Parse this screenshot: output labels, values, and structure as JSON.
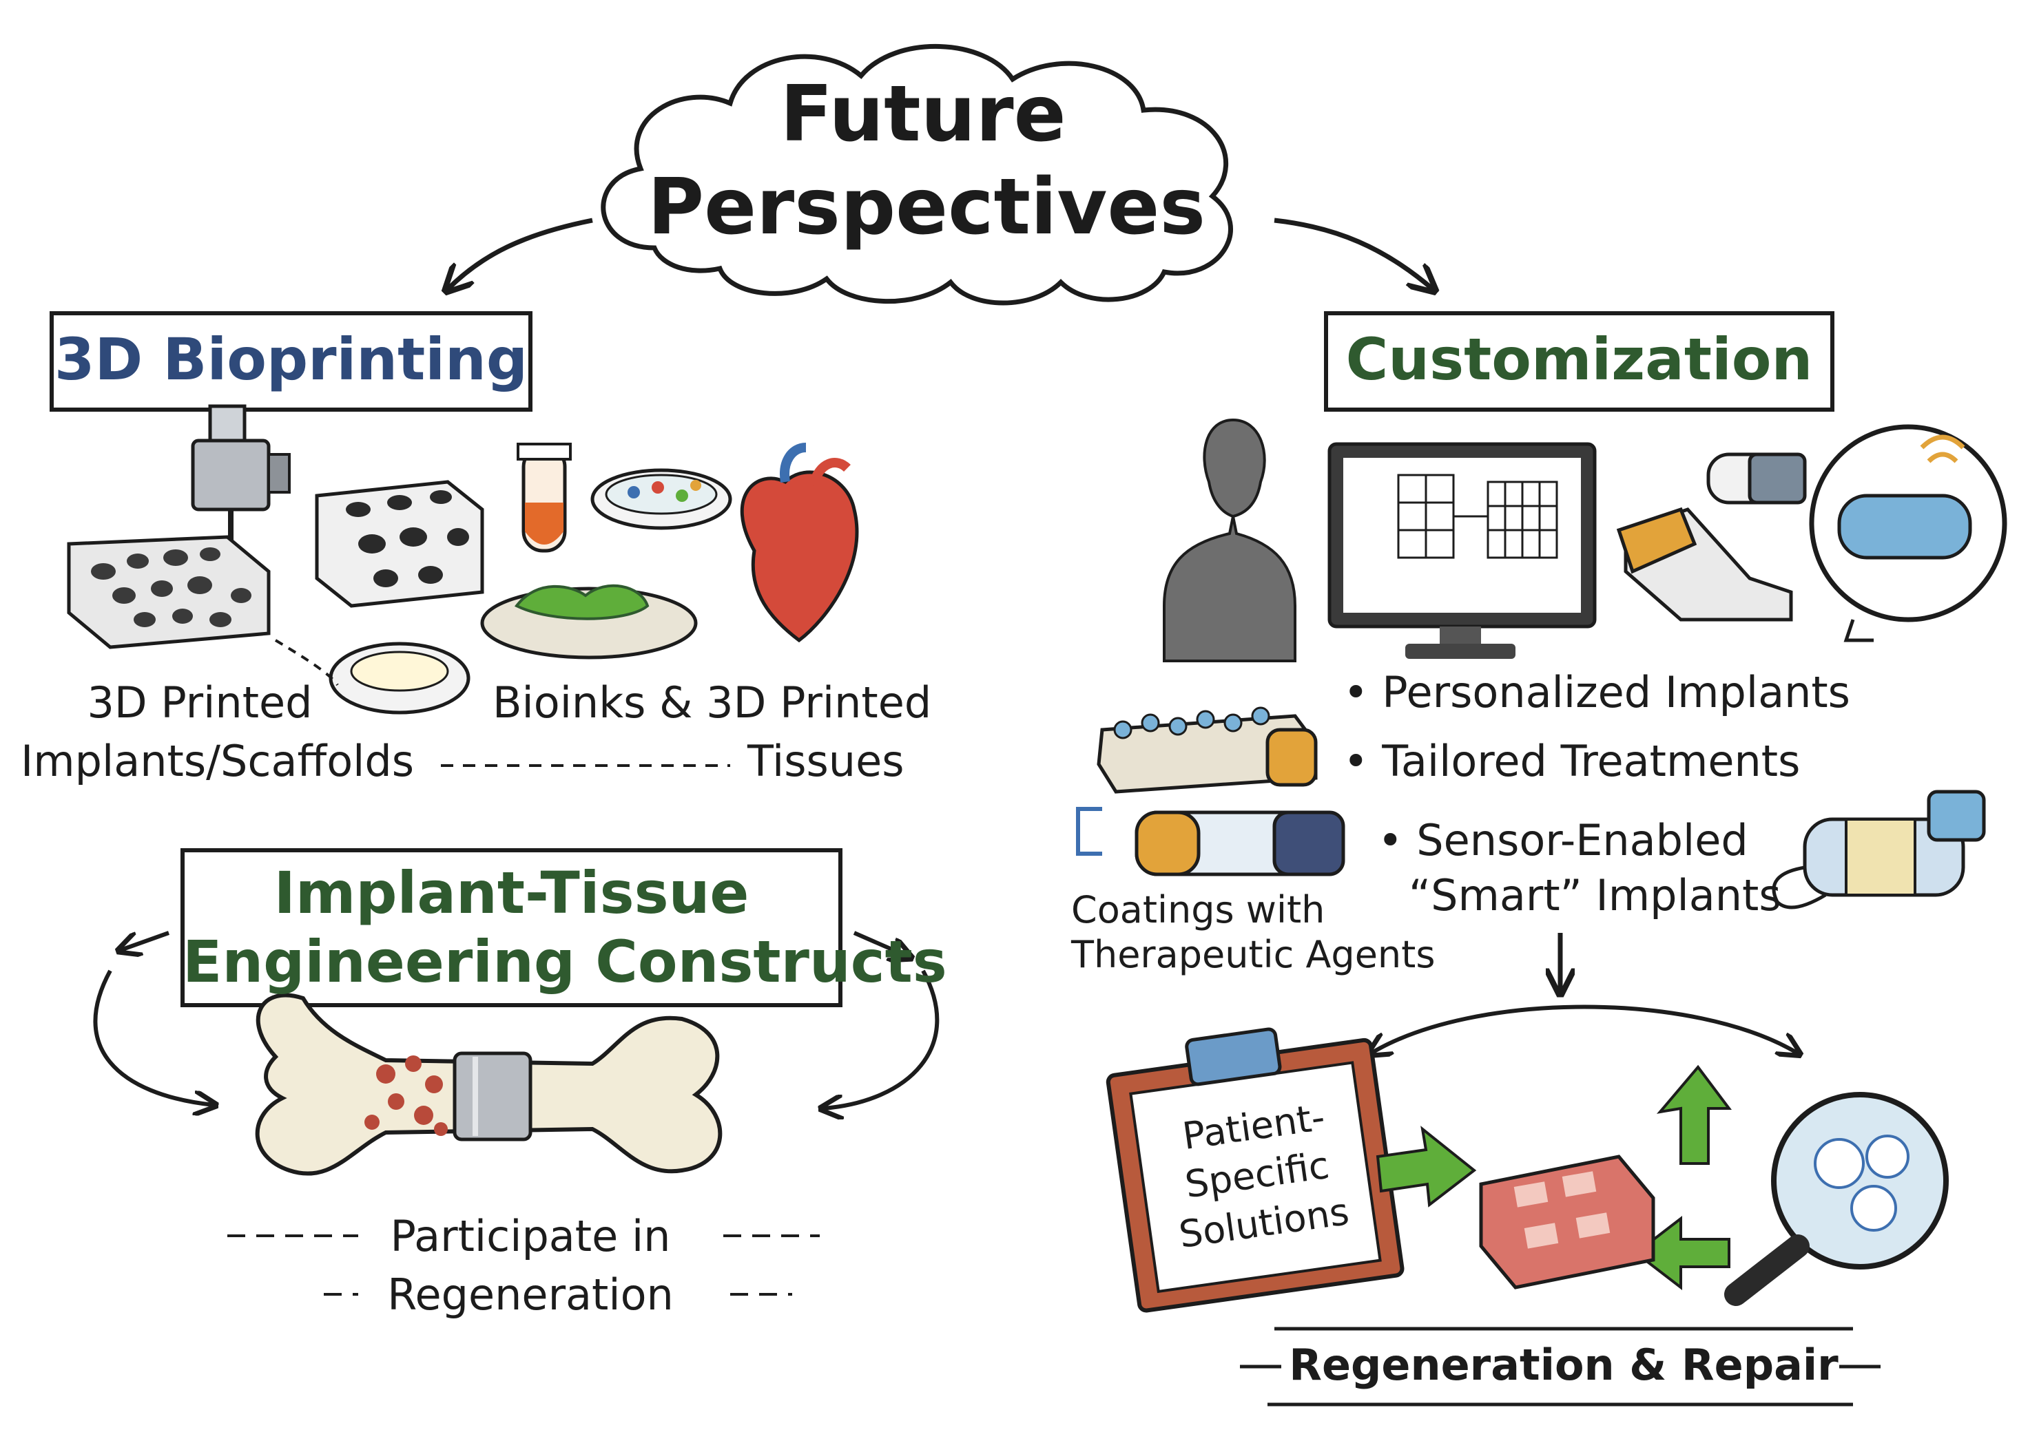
{
  "title": {
    "line1": "Future",
    "line2": "Perspectives"
  },
  "left": {
    "header": "3D Bioprinting",
    "implants_label": {
      "line1": "3D Printed",
      "line2": "Implants/Scaffolds"
    },
    "tissues_label": {
      "line1": "Bioinks & 3D Printed",
      "line2": "Tissues"
    },
    "constructs_header": {
      "line1": "Implant-Tissue",
      "line2": "Engineering Constructs"
    },
    "regeneration_label": {
      "line1": "Participate in",
      "line2": "Regeneration"
    }
  },
  "right": {
    "header": "Customization",
    "bullets": [
      "Personalized Implants",
      "Tailored Treatments",
      "Sensor-Enabled"
    ],
    "smart_line": "“Smart” Implants",
    "coatings_label": {
      "line1": "Coatings with",
      "line2": "Therapeutic Agents"
    },
    "clipboard": {
      "line1": "Patient-",
      "line2": "Specific",
      "line3": "Solutions"
    },
    "footer": "Regeneration & Repair"
  },
  "colors": {
    "ink": "#1c1c1c",
    "bioprinting_header": "#2f4a7a",
    "green_header": "#2f5a2f",
    "arrow_green": "#5fae3a",
    "clipboard_frame": "#b85a3c",
    "clipboard_clip": "#6b9bc8",
    "tissue_red": "#d44a3a",
    "bone": "#f2ecd8",
    "metal": "#b8bcc2",
    "silhouette": "#6e6e6e"
  }
}
